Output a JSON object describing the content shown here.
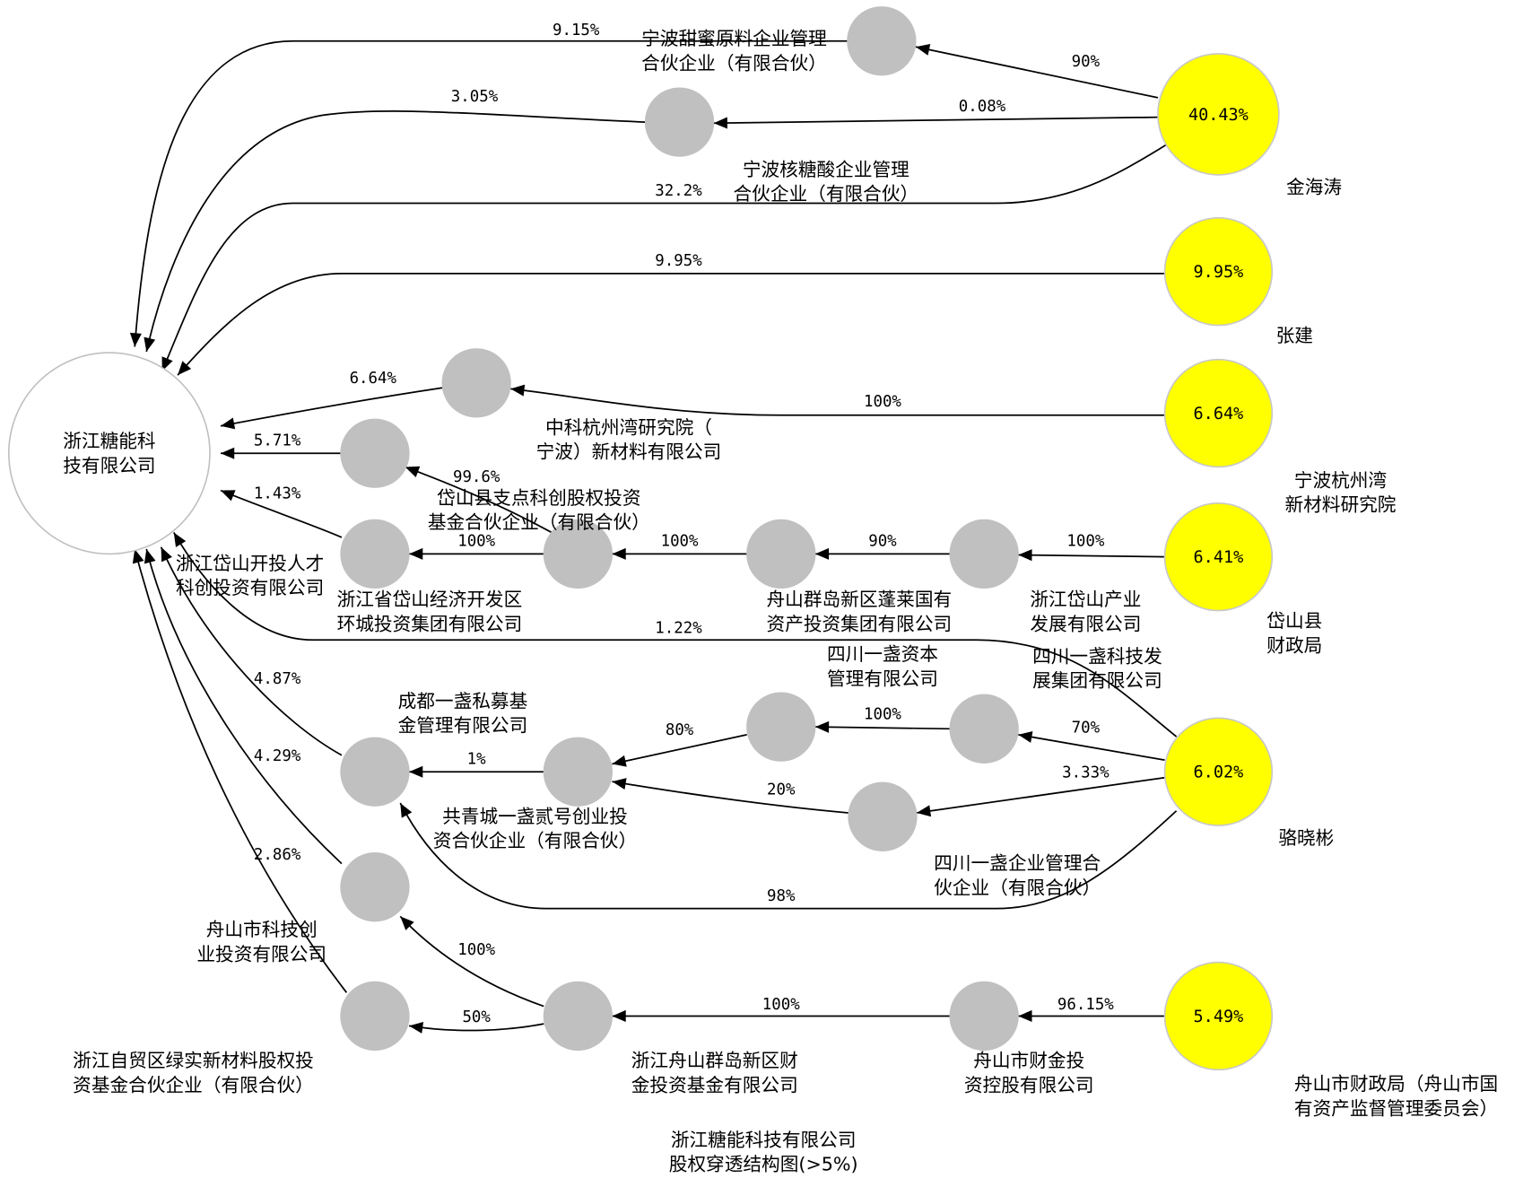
{
  "diagram": {
    "title_lines": [
      "浙江糖能科技有限公司",
      "股权穿透结构图(>5%)"
    ],
    "colors": {
      "person_or_top_holder": "#ffff00",
      "intermediate": "#c0c0c0",
      "target": "#ffffff",
      "edge": "#000000"
    },
    "nodes": [
      {
        "id": "main",
        "kind": "target",
        "label_lines": [
          "浙江糖能科",
          "技有限公司"
        ]
      },
      {
        "id": "tianmi",
        "kind": "intermediate",
        "label_lines": [
          "宁波甜蜜原料企业管理",
          "合伙企业（有限合伙）"
        ]
      },
      {
        "id": "hetangsuan",
        "kind": "intermediate",
        "label_lines": [
          "宁波核糖酸企业管理",
          "合伙企业（有限合伙）"
        ]
      },
      {
        "id": "zhongke",
        "kind": "intermediate",
        "label_lines": [
          "中科杭州湾研究院（",
          "宁波）新材料有限公司"
        ]
      },
      {
        "id": "kaitou",
        "kind": "intermediate",
        "label_lines": [
          "浙江岱山开投人才",
          "科创投资有限公司"
        ]
      },
      {
        "id": "huancheng",
        "kind": "intermediate",
        "label_lines": [
          "浙江省岱山经济开发区",
          "环城投资集团有限公司"
        ]
      },
      {
        "id": "zhidian",
        "kind": "intermediate",
        "label_lines": [
          "岱山县支点科创股权投资",
          "基金合伙企业（有限合伙）"
        ]
      },
      {
        "id": "penglai",
        "kind": "intermediate",
        "label_lines": [
          "舟山群岛新区蓬莱国有",
          "资产投资集团有限公司"
        ]
      },
      {
        "id": "daishanchanye",
        "kind": "intermediate",
        "label_lines": [
          "浙江岱山产业",
          "发展有限公司"
        ]
      },
      {
        "id": "sc_ziben",
        "kind": "intermediate",
        "label_lines": [
          "四川一盏资本",
          "管理有限公司"
        ]
      },
      {
        "id": "sc_keji",
        "kind": "intermediate",
        "label_lines": [
          "四川一盏科技发",
          "展集团有限公司"
        ]
      },
      {
        "id": "chengdu",
        "kind": "intermediate",
        "label_lines": [
          "成都一盏私募基",
          "金管理有限公司"
        ]
      },
      {
        "id": "gongqing",
        "kind": "intermediate",
        "label_lines": [
          "共青城一盏贰号创业投",
          "资合伙企业（有限合伙）"
        ]
      },
      {
        "id": "sc_qiye",
        "kind": "intermediate",
        "label_lines": [
          "四川一盏企业管理合",
          "伙企业（有限合伙）"
        ]
      },
      {
        "id": "zs_keji",
        "kind": "intermediate",
        "label_lines": [
          "舟山市科技创",
          "业投资有限公司"
        ]
      },
      {
        "id": "ziyouqu",
        "kind": "intermediate",
        "label_lines": [
          "浙江自贸区绿实新材料股权投",
          "资基金合伙企业（有限合伙）"
        ]
      },
      {
        "id": "caijin_jijin",
        "kind": "intermediate",
        "label_lines": [
          "浙江舟山群岛新区财",
          "金投资基金有限公司"
        ]
      },
      {
        "id": "caijin_konggu",
        "kind": "intermediate",
        "label_lines": [
          "舟山市财金投",
          "资控股有限公司"
        ]
      },
      {
        "id": "jinhaitao",
        "kind": "top_holder",
        "inner": "40.43%",
        "label_lines": [
          "金海涛"
        ]
      },
      {
        "id": "zhangjian",
        "kind": "top_holder",
        "inner": "9.95%",
        "label_lines": [
          "张建"
        ]
      },
      {
        "id": "nbhzw",
        "kind": "top_holder",
        "inner": "6.64%",
        "label_lines": [
          "宁波杭州湾",
          "新材料研究院"
        ]
      },
      {
        "id": "daishan_czj",
        "kind": "top_holder",
        "inner": "6.41%",
        "label_lines": [
          "岱山县",
          "财政局"
        ]
      },
      {
        "id": "luoxiaobin",
        "kind": "top_holder",
        "inner": "6.02%",
        "label_lines": [
          "骆晓彬"
        ]
      },
      {
        "id": "zhoushan_czj",
        "kind": "top_holder",
        "inner": "5.49%",
        "label_lines": [
          "舟山市财政局（舟山市国",
          "有资产监督管理委员会）"
        ]
      }
    ],
    "edges": [
      {
        "from": "tianmi",
        "to": "main",
        "label": "9.15%"
      },
      {
        "from": "hetangsuan",
        "to": "main",
        "label": "3.05%"
      },
      {
        "from": "jinhaitao",
        "to": "main",
        "label": "32.2%"
      },
      {
        "from": "zhangjian",
        "to": "main",
        "label": "9.95%"
      },
      {
        "from": "zhongke",
        "to": "main",
        "label": "6.64%"
      },
      {
        "from": "kaitou",
        "to": "main",
        "label": "5.71%"
      },
      {
        "from": "huancheng",
        "to": "main",
        "label": "1.43%"
      },
      {
        "from": "luoxiaobin",
        "to": "main",
        "label": "1.22%"
      },
      {
        "from": "chengdu",
        "to": "main",
        "label": "4.87%"
      },
      {
        "from": "zs_keji",
        "to": "main",
        "label": "4.29%"
      },
      {
        "from": "ziyouqu",
        "to": "main",
        "label": "2.86%"
      },
      {
        "from": "jinhaitao",
        "to": "tianmi",
        "label": "90%"
      },
      {
        "from": "jinhaitao",
        "to": "hetangsuan",
        "label": "0.08%"
      },
      {
        "from": "nbhzw",
        "to": "zhongke",
        "label": "100%"
      },
      {
        "from": "zhidian",
        "to": "kaitou",
        "label": "99.6%"
      },
      {
        "from": "zhidian",
        "to": "huancheng",
        "label": "100%"
      },
      {
        "from": "penglai",
        "to": "zhidian",
        "label": "100%"
      },
      {
        "from": "daishanchanye",
        "to": "penglai",
        "label": "90%"
      },
      {
        "from": "daishan_czj",
        "to": "daishanchanye",
        "label": "100%"
      },
      {
        "from": "sc_keji",
        "to": "sc_ziben",
        "label": "100%"
      },
      {
        "from": "luoxiaobin",
        "to": "sc_keji",
        "label": "70%"
      },
      {
        "from": "sc_ziben",
        "to": "gongqing",
        "label": "80%"
      },
      {
        "from": "sc_qiye",
        "to": "gongqing",
        "label": "20%"
      },
      {
        "from": "luoxiaobin",
        "to": "sc_qiye",
        "label": "3.33%"
      },
      {
        "from": "gongqing",
        "to": "chengdu",
        "label": "1%"
      },
      {
        "from": "luoxiaobin",
        "to": "chengdu",
        "label": "98%"
      },
      {
        "from": "caijin_jijin",
        "to": "zs_keji",
        "label": "100%"
      },
      {
        "from": "caijin_jijin",
        "to": "ziyouqu",
        "label": "50%"
      },
      {
        "from": "caijin_konggu",
        "to": "caijin_jijin",
        "label": "100%"
      },
      {
        "from": "zhoushan_czj",
        "to": "caijin_konggu",
        "label": "96.15%"
      }
    ]
  }
}
